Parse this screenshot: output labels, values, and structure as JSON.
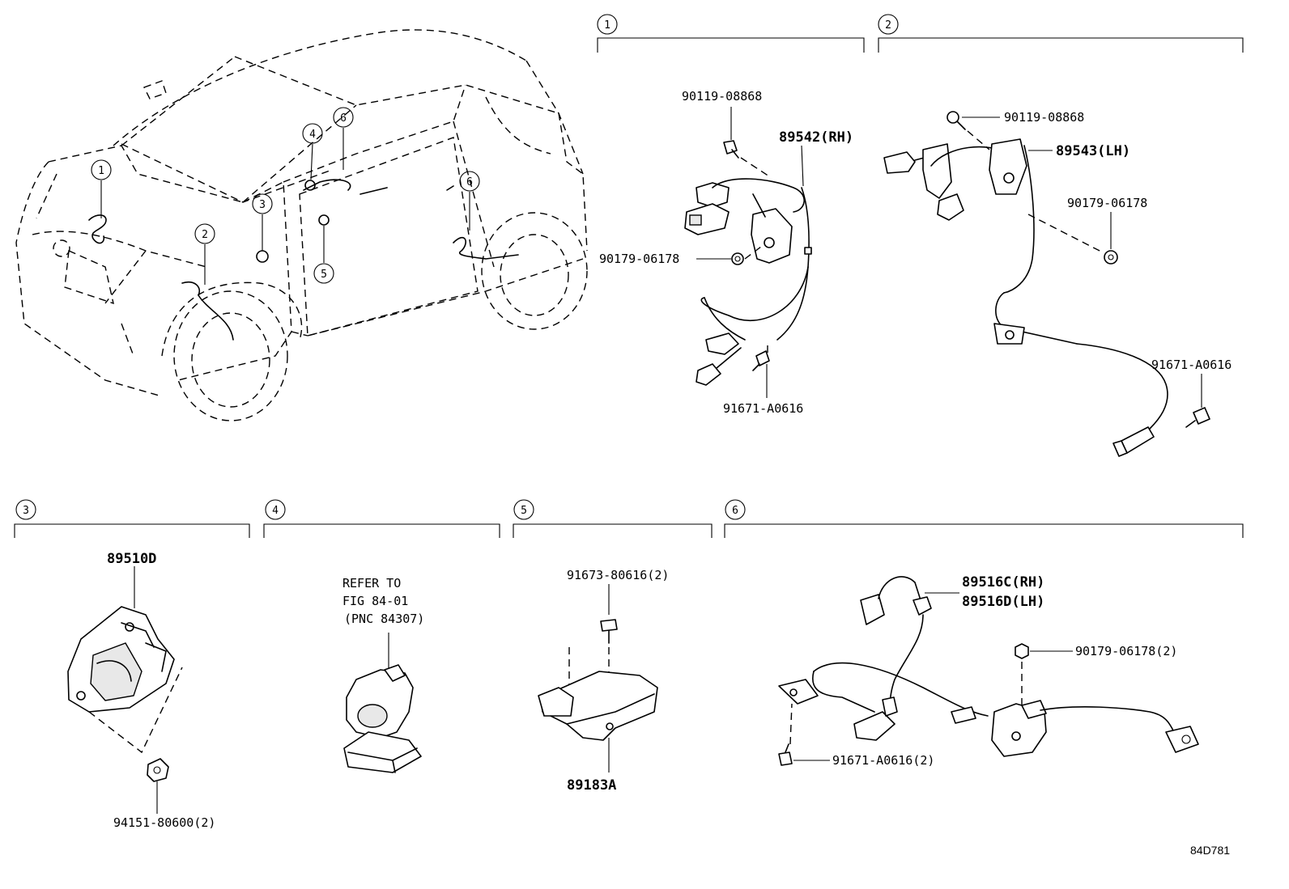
{
  "callouts": [
    "1",
    "2",
    "3",
    "4",
    "5",
    "6"
  ],
  "labels": {
    "p90119_a": "90119-08868",
    "p89542": "89542(RH)",
    "p90179_a": "90179-06178",
    "p91671_a": "91671-A0616",
    "p90119_b": "90119-08868",
    "p89543": "89543(LH)",
    "p90179_b": "90179-06178",
    "p91671_b": "91671-A0616",
    "p89510d": "89510D",
    "p94151": "94151-80600(2)",
    "refer_1": "REFER TO",
    "refer_2": "FIG 84-01",
    "refer_3": "(PNC 84307)",
    "p91673": "91673-80616(2)",
    "p89183a": "89183A",
    "p89516c": "89516C(RH)",
    "p89516d": "89516D(LH)",
    "p90179_c": "90179-06178(2)",
    "p91671_c": "91671-A0616(2)"
  },
  "diagram_code": "84D781"
}
